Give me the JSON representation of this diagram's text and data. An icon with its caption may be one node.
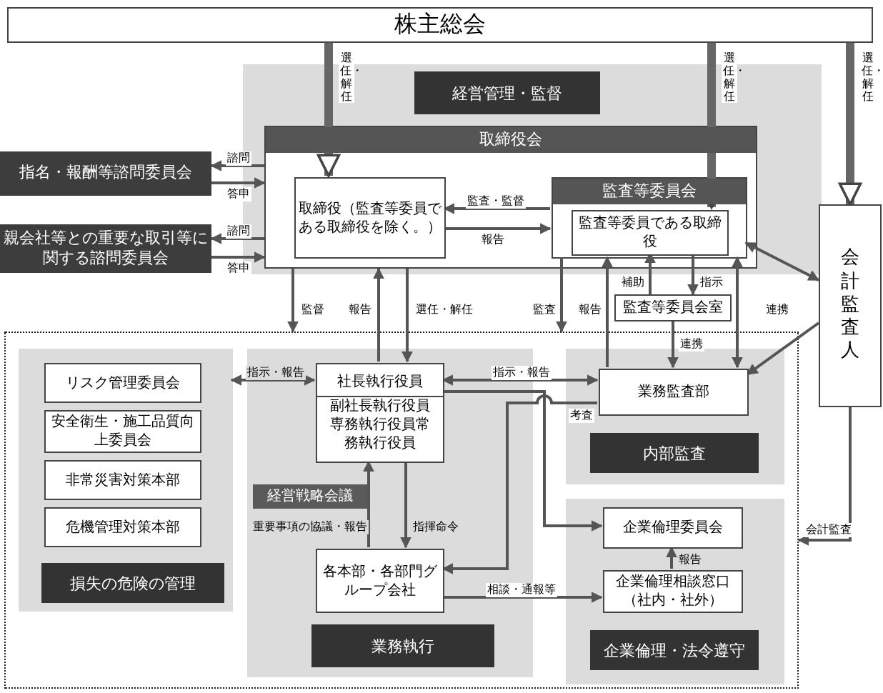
{
  "diagram": {
    "nodes": [
      {
        "text": [
          "株主総会"
        ]
      },
      {
        "text": [
          "経営管理・監督"
        ]
      },
      {
        "text": [
          "取締役会"
        ],
        "in": 1
      },
      {
        "text": [
          "取締役（監査等委員である取締役を除く。）"
        ],
        "in": 2
      },
      {
        "text": [
          "監査等委員会"
        ],
        "in": 2
      },
      {
        "text": [
          "監査等委員である取締役"
        ],
        "in": 4
      },
      {
        "text": [
          "監査等委員会室"
        ]
      },
      {
        "text": [
          "指名・報酬等諮問委員会"
        ]
      },
      {
        "text": [
          "親会社等との重要な取引等に関する諮問委員会"
        ]
      },
      {
        "text": [
          "会計監査人"
        ]
      },
      {
        "text": [],
        "shape": "box"
      },
      {
        "text": [
          "損失の危険の管理"
        ],
        "in": 10
      },
      {
        "text": [
          "リスク管理委員会"
        ],
        "in": 11
      },
      {
        "text": [
          "安全衛生・施工品質向上委員会"
        ],
        "in": 11
      },
      {
        "text": [
          "非常災害対策本部"
        ],
        "in": 11
      },
      {
        "text": [
          "危機管理対策本部"
        ],
        "in": 11
      },
      {
        "text": [
          "業務執行"
        ],
        "in": 10
      },
      {
        "text": [
          "社長執行役員",
          "副社長執行役員専務執行役員常務執行役員"
        ],
        "in": 16
      },
      {
        "text": [
          "経営戦略会議"
        ],
        "in": 16
      },
      {
        "text": [
          "各本部・各部門グループ会社"
        ],
        "in": 16
      },
      {
        "text": [
          "内部監査"
        ],
        "in": 10
      },
      {
        "text": [
          "業務監査部"
        ],
        "in": 20
      },
      {
        "text": [
          "企業倫理・法令遵守"
        ],
        "in": 10
      },
      {
        "text": [
          "企業倫理委員会"
        ],
        "in": 22
      },
      {
        "text": [
          "企業倫理相談窓口（社内・社外）"
        ],
        "in": 22
      }
    ],
    "edges": [
      {
        "from": 0,
        "to": 3,
        "arrow": "to",
        "label": "選任・解任",
        "style": "thick"
      },
      {
        "from": 0,
        "to": 5,
        "arrow": "to",
        "label": "選任・解任",
        "style": "thick"
      },
      {
        "from": 0,
        "to": 9,
        "arrow": "to",
        "label": "選任・解任",
        "style": "thick"
      },
      {
        "from": 2,
        "to": 7,
        "arrow": "to",
        "label": "諮問"
      },
      {
        "from": 7,
        "to": 2,
        "arrow": "to",
        "label": "答申"
      },
      {
        "from": 2,
        "to": 8,
        "arrow": "to",
        "label": "諮問"
      },
      {
        "from": 8,
        "to": 2,
        "arrow": "to",
        "label": "答申"
      },
      {
        "from": 4,
        "to": 3,
        "arrow": "to",
        "label": "監査・監督"
      },
      {
        "from": 3,
        "to": 4,
        "arrow": "to",
        "label": "報告"
      },
      {
        "from": 2,
        "to": 10,
        "arrow": "to",
        "label": "監督"
      },
      {
        "from": 17,
        "to": 2,
        "arrow": "to",
        "label": "報告"
      },
      {
        "from": 2,
        "to": 17,
        "arrow": "to",
        "label": "選任・解任"
      },
      {
        "from": 4,
        "to": 10,
        "arrow": "to",
        "label": "監査"
      },
      {
        "from": 21,
        "to": 4,
        "arrow": "to",
        "label": "報告"
      },
      {
        "from": 6,
        "to": 5,
        "arrow": "to",
        "label": "補助"
      },
      {
        "from": 5,
        "to": 6,
        "arrow": "to",
        "label": "指示"
      },
      {
        "from": 6,
        "to": 21,
        "arrow": "to",
        "label": "連携"
      },
      {
        "from": 4,
        "to": 21,
        "arrow": "both"
      },
      {
        "from": 4,
        "to": 9,
        "arrow": "both",
        "label": "連携"
      },
      {
        "from": 9,
        "to": 21,
        "arrow": "to"
      },
      {
        "from": 17,
        "to": 11,
        "arrow": "both",
        "label": "指示・報告"
      },
      {
        "from": 17,
        "to": 21,
        "arrow": "both",
        "label": "指示・報告"
      },
      {
        "from": 21,
        "to": 19,
        "arrow": "to",
        "label": "考査"
      },
      {
        "from": 19,
        "to": 17,
        "arrow": "to",
        "label": "重要事項の協議・報告"
      },
      {
        "from": 17,
        "to": 19,
        "arrow": "to",
        "label": "指揮命令"
      },
      {
        "from": 17,
        "to": 23,
        "arrow": "to"
      },
      {
        "from": 19,
        "to": 24,
        "arrow": "to",
        "label": "相談・通報等"
      },
      {
        "from": 24,
        "to": 23,
        "arrow": "to",
        "label": "報告"
      },
      {
        "from": 9,
        "to": 10,
        "arrow": "to",
        "label": "会計監査"
      }
    ]
  }
}
